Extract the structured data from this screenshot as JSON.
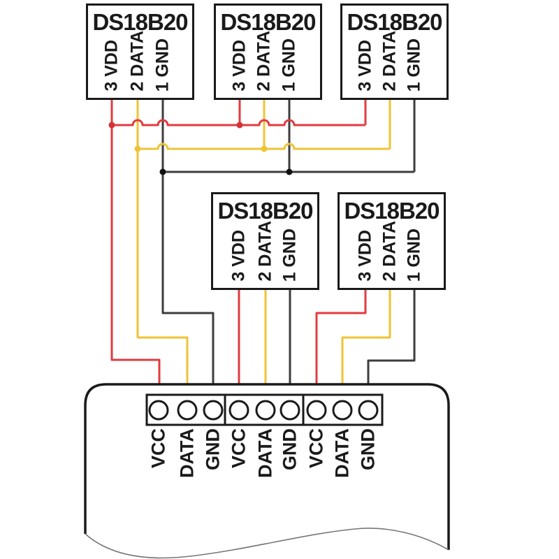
{
  "sensors": [
    {
      "title": "DS18B20",
      "pins": [
        "3 VDD",
        "2 DATA",
        "1 GND"
      ]
    },
    {
      "title": "DS18B20",
      "pins": [
        "3 VDD",
        "2 DATA",
        "1 GND"
      ]
    },
    {
      "title": "DS18B20",
      "pins": [
        "3 VDD",
        "2 DATA",
        "1 GND"
      ]
    },
    {
      "title": "DS18B20",
      "pins": [
        "3 VDD",
        "2 DATA",
        "1 GND"
      ]
    },
    {
      "title": "DS18B20",
      "pins": [
        "3 VDD",
        "2 DATA",
        "1 GND"
      ]
    }
  ],
  "controller": {
    "terminals": [
      "VCC",
      "DATA",
      "GND",
      "VCC",
      "DATA",
      "GND",
      "VCC",
      "DATA",
      "GND"
    ]
  },
  "colors": {
    "vdd_wire": "#e23b3e",
    "data_wire": "#f0c335",
    "gnd_wire": "#3d3d3d",
    "junction_vdd": "#d63236",
    "junction_data": "#f0c335",
    "junction_gnd": "#111111",
    "outline": "#1a1a1a"
  }
}
